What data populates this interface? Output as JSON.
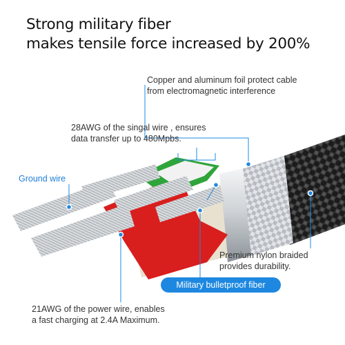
{
  "headline": {
    "line1": "Strong military fiber",
    "line2": "makes tensile force increased by 200%"
  },
  "callouts": {
    "shielding": {
      "line1": "Copper and aluminum foil protect cable",
      "line2": "from electromagnetic interference"
    },
    "signal_wire": {
      "line1": "28AWG of the singal wire , ensures",
      "line2": "data transfer up to 480Mpbs."
    },
    "ground_wire": "Ground wire",
    "nylon": {
      "line1": "Premium nylon braided",
      "line2": "provides durability."
    },
    "bulletproof_fiber": "Military bulletproof fiber",
    "power_wire": {
      "line1": "21AWG of the power wire, enables",
      "line2": "a fast charging at 2.4A Maximum."
    }
  },
  "colors": {
    "accent_blue": "#1e88e0",
    "power_wire_red": "#d91e1e",
    "signal_wire_green": "#2fa43a",
    "braid_black": "#1a1a1a"
  }
}
